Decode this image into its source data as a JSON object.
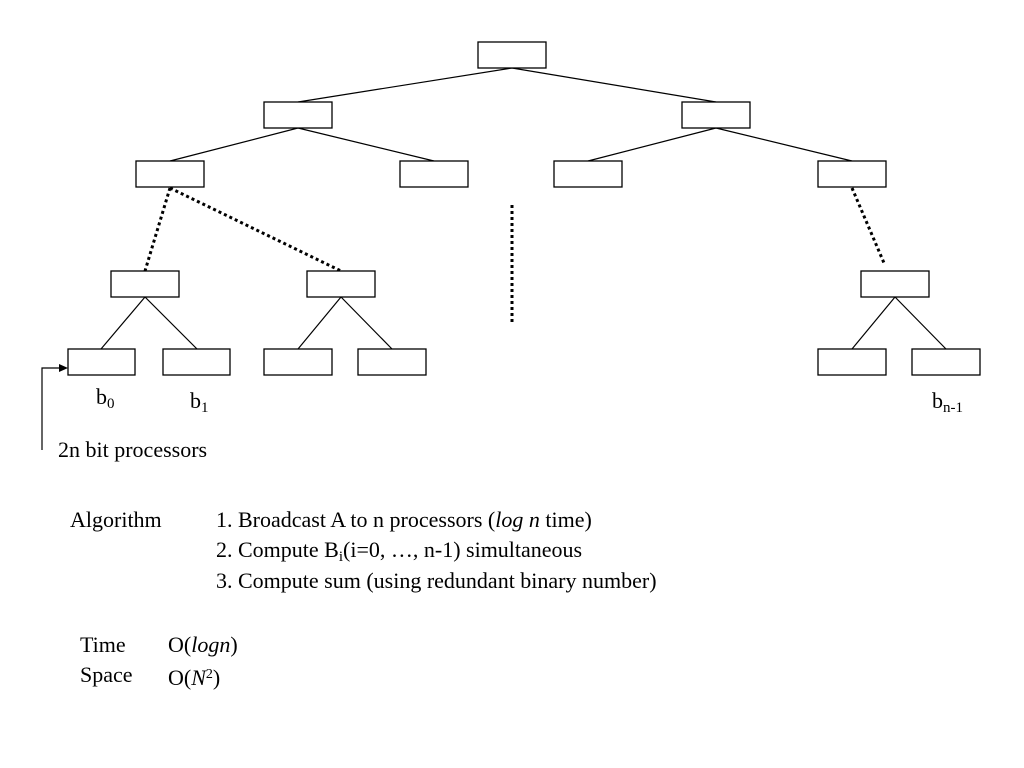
{
  "leaf_labels": {
    "b0": {
      "base": "b",
      "sub": "0"
    },
    "b1": {
      "base": "b",
      "sub": "1"
    },
    "bn1": {
      "base": "b",
      "sub": "n-1"
    }
  },
  "processor_note": "2n bit processors",
  "algorithm": {
    "heading": "Algorithm",
    "step1_pre": "1. Broadcast A to n processors (",
    "step1_em": "log n",
    "step1_post": " time)",
    "step2_pre": "2. Compute B",
    "step2_sub": "i",
    "step2_post": "(i=0, …, n-1) simultaneous",
    "step3": "3. Compute sum (using redundant binary number)"
  },
  "complexity": {
    "time_label": "Time",
    "time_pre": "O(",
    "time_em": "logn",
    "time_post": ")",
    "space_label": "Space",
    "space_pre": "O(",
    "space_em": "N",
    "space_sup": "2",
    "space_post": ")"
  }
}
